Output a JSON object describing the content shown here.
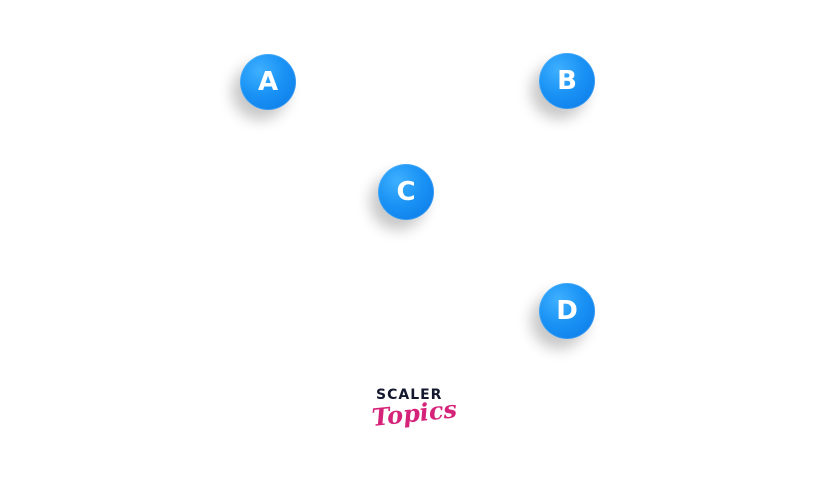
{
  "diagram": {
    "nodes": [
      {
        "id": "A",
        "label": "A"
      },
      {
        "id": "B",
        "label": "B"
      },
      {
        "id": "C",
        "label": "C"
      },
      {
        "id": "D",
        "label": "D"
      }
    ],
    "node_color": "#1a93f5"
  },
  "logo": {
    "top": "SCALER",
    "bottom": "Topics",
    "top_color": "#14182e",
    "bottom_color": "#d6237a"
  }
}
